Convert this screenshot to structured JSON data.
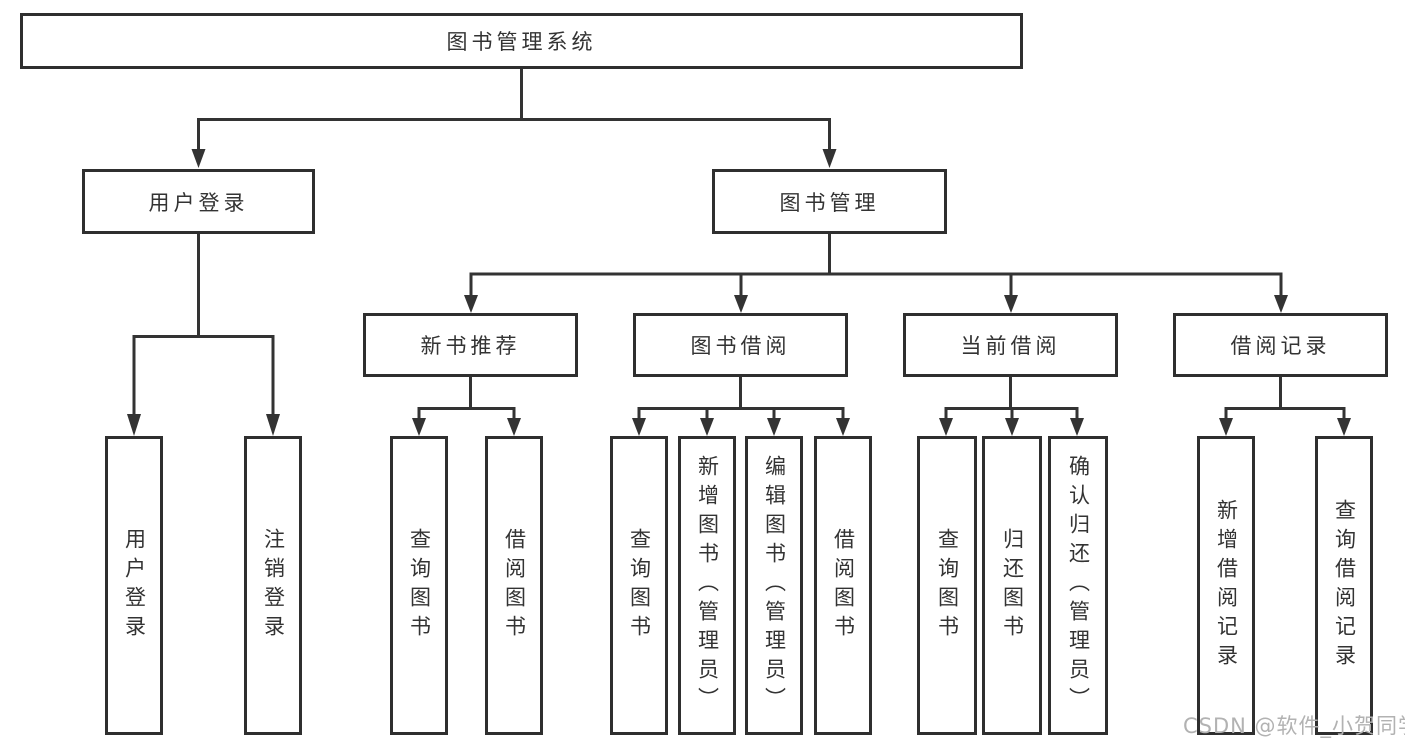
{
  "diagram": {
    "root": "图书管理系统",
    "level2": [
      "用户登录",
      "图书管理"
    ],
    "level3": [
      "新书推荐",
      "图书借阅",
      "当前借阅",
      "借阅记录"
    ],
    "leaves": {
      "user_login": [
        "用户登录",
        "注销登录"
      ],
      "new_book": [
        "查询图书",
        "借阅图书"
      ],
      "book_borrow": [
        "查询图书",
        "新增图书（管理员）",
        "编辑图书（管理员）",
        "借阅图书"
      ],
      "current_borrow": [
        "查询图书",
        "归还图书",
        "确认归还（管理员）"
      ],
      "borrow_records": [
        "新增借阅记录",
        "查询借阅记录"
      ]
    }
  },
  "watermark": "CSDN @软件_小贺同学",
  "colors": {
    "line": "#333333",
    "text": "#333333",
    "box_background": "#ffffff",
    "watermark": "#b2b2b2"
  }
}
